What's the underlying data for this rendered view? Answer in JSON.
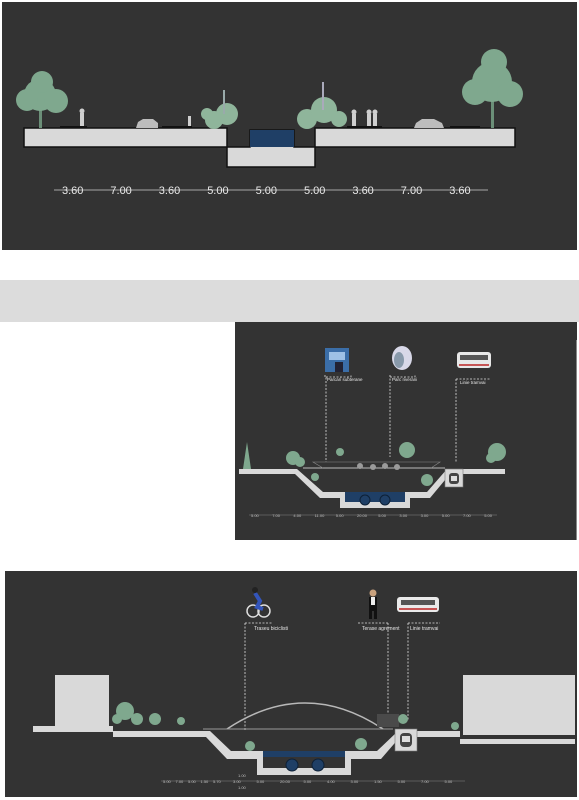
{
  "top_section": {
    "dimensions": [
      "3.60",
      "7.00",
      "3.60",
      "5.00",
      "5.00",
      "5.00",
      "3.60",
      "7.00",
      "3.60"
    ]
  },
  "middle_section": {
    "callouts": [
      "Parcari subterane",
      "Parc riverani",
      "Linie tramvai"
    ],
    "dimensions": [
      "5.00",
      "7.00",
      "4.00",
      "11.00",
      "5.00",
      "20.00",
      "5.00",
      "3.00",
      "3.00",
      "5.00",
      "7.00",
      "5.00"
    ]
  },
  "bottom_section": {
    "callouts": [
      "Traseu biciclisti",
      "Terase agrement",
      "Linie tramvai"
    ],
    "dimensions_left": [
      "5.00",
      "7.00",
      "5.00",
      "1.50",
      "5.70"
    ],
    "dimensions_center": [
      "3.00",
      "5.00",
      "20.00",
      "5.00",
      "4.00",
      "3.00",
      "1.50",
      "5.00",
      "7.00",
      "5.00"
    ],
    "dimensions_stack": [
      "1.00",
      "1.00"
    ]
  },
  "colors": {
    "panel_bg": "#333333",
    "ground": "#d9d9d9",
    "water": "#1f3f66",
    "tree": "#7fa88e",
    "band": "#dcdcdc"
  }
}
